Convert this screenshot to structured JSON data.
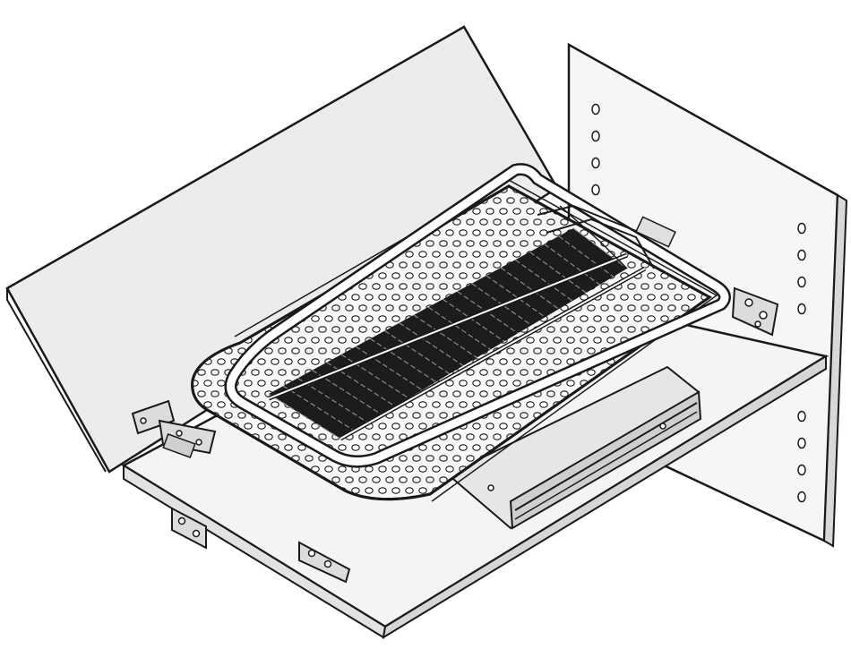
{
  "figure": {
    "style": "isometric technical line drawing",
    "colors": {
      "outline": "#1a1a1a",
      "panel_fill": "#f4f4f4",
      "door_fill": "#ececec",
      "slot_dark": "#1c1c1c",
      "metal_fill": "#dcdcdc",
      "background": "#ffffff"
    },
    "parts": [
      "door-panel",
      "cabinet-side-panel",
      "shelf-base",
      "ironing-board",
      "board-frame",
      "pull-out-drawer-slide",
      "door-hinge",
      "mounting-bracket",
      "shelf-pin-hole"
    ]
  }
}
